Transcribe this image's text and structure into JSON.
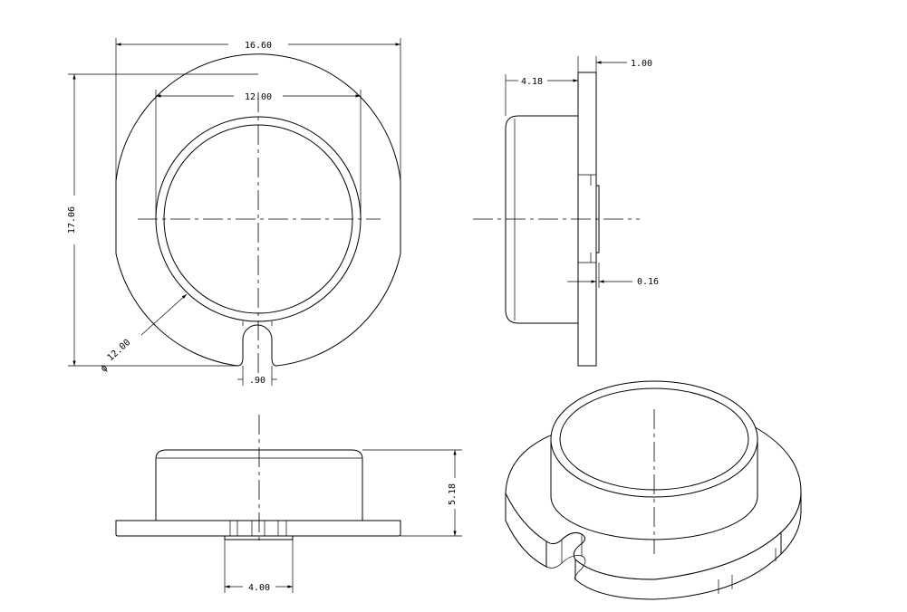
{
  "dimensions": {
    "top_width": "16.60",
    "inner_width": "12.00",
    "height": "17.06",
    "diameter": "12.00",
    "slot_width": ".90",
    "side_depth": "4.18",
    "flange_thickness": "1.00",
    "step": "0.16",
    "front_height": "5.18",
    "bottom_width": "4.00"
  }
}
